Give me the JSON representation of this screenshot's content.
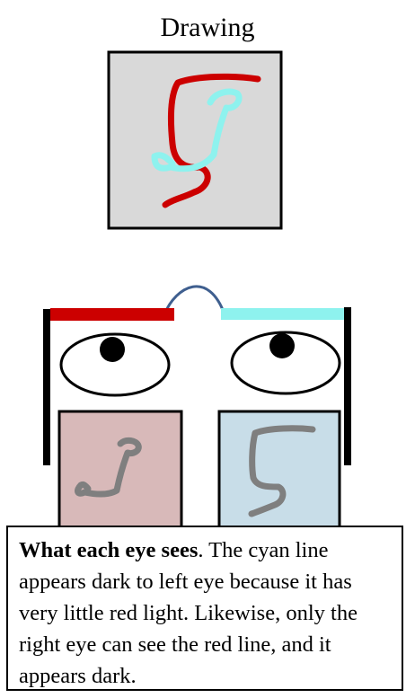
{
  "title": "Drawing",
  "caption": {
    "heading": "What each eye sees",
    "text": ".  The cyan line appears dark to left eye because it has very little red light.  Likewise, only the right eye can see the red line, and it appears dark."
  },
  "colors": {
    "panel_gray": "#d9d9d9",
    "red": "#cc0000",
    "cyan": "#8ef2ee",
    "left_view_bg": "#d8b9b9",
    "right_view_bg": "#c8dde8",
    "dark_line": "#7f7f7f",
    "bridge": "#3f5f8f"
  }
}
